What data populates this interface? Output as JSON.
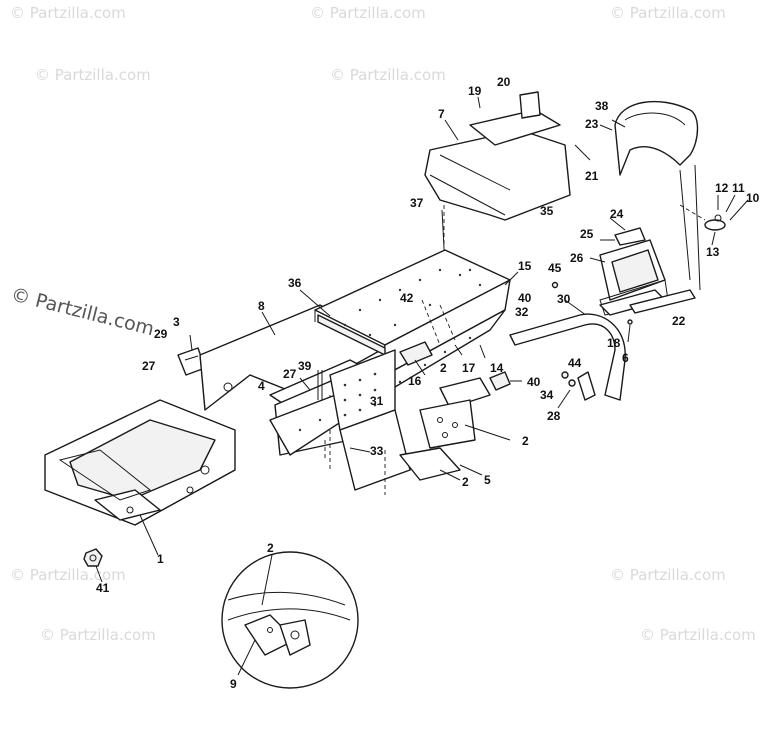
{
  "watermark": {
    "text": "© Partzilla.com",
    "color": "#d9d9d9",
    "prominent_color": "#555555"
  },
  "callouts": [
    {
      "id": "c20",
      "label": "20"
    },
    {
      "id": "c19",
      "label": "19"
    },
    {
      "id": "c7",
      "label": "7"
    },
    {
      "id": "c21",
      "label": "21"
    },
    {
      "id": "c35",
      "label": "35"
    },
    {
      "id": "c38",
      "label": "38"
    },
    {
      "id": "c23",
      "label": "23"
    },
    {
      "id": "c12",
      "label": "12"
    },
    {
      "id": "c11",
      "label": "11"
    },
    {
      "id": "c10",
      "label": "10"
    },
    {
      "id": "c13",
      "label": "13"
    },
    {
      "id": "c24",
      "label": "24"
    },
    {
      "id": "c25",
      "label": "25"
    },
    {
      "id": "c26",
      "label": "26"
    },
    {
      "id": "c45",
      "label": "45"
    },
    {
      "id": "c30",
      "label": "30"
    },
    {
      "id": "c22",
      "label": "22"
    },
    {
      "id": "c18",
      "label": "18"
    },
    {
      "id": "c6",
      "label": "6"
    },
    {
      "id": "c37",
      "label": "37"
    },
    {
      "id": "c15",
      "label": "15"
    },
    {
      "id": "c40a",
      "label": "40"
    },
    {
      "id": "c36",
      "label": "36"
    },
    {
      "id": "c42",
      "label": "42"
    },
    {
      "id": "c32",
      "label": "32"
    },
    {
      "id": "c8",
      "label": "8"
    },
    {
      "id": "c17",
      "label": "17"
    },
    {
      "id": "c14",
      "label": "14"
    },
    {
      "id": "c44",
      "label": "44"
    },
    {
      "id": "c3",
      "label": "3"
    },
    {
      "id": "c29",
      "label": "29"
    },
    {
      "id": "c39",
      "label": "39"
    },
    {
      "id": "c2a",
      "label": "2"
    },
    {
      "id": "c16",
      "label": "16"
    },
    {
      "id": "c40b",
      "label": "40"
    },
    {
      "id": "c34",
      "label": "34"
    },
    {
      "id": "c27a",
      "label": "27"
    },
    {
      "id": "c27b",
      "label": "27"
    },
    {
      "id": "c31",
      "label": "31"
    },
    {
      "id": "c28",
      "label": "28"
    },
    {
      "id": "c4",
      "label": "4"
    },
    {
      "id": "c2b",
      "label": "2"
    },
    {
      "id": "c33",
      "label": "33"
    },
    {
      "id": "c2c",
      "label": "2"
    },
    {
      "id": "c5a",
      "label": "5"
    },
    {
      "id": "c1",
      "label": "1"
    },
    {
      "id": "c41",
      "label": "41"
    },
    {
      "id": "c2d",
      "label": "2"
    },
    {
      "id": "c9",
      "label": "9"
    }
  ]
}
